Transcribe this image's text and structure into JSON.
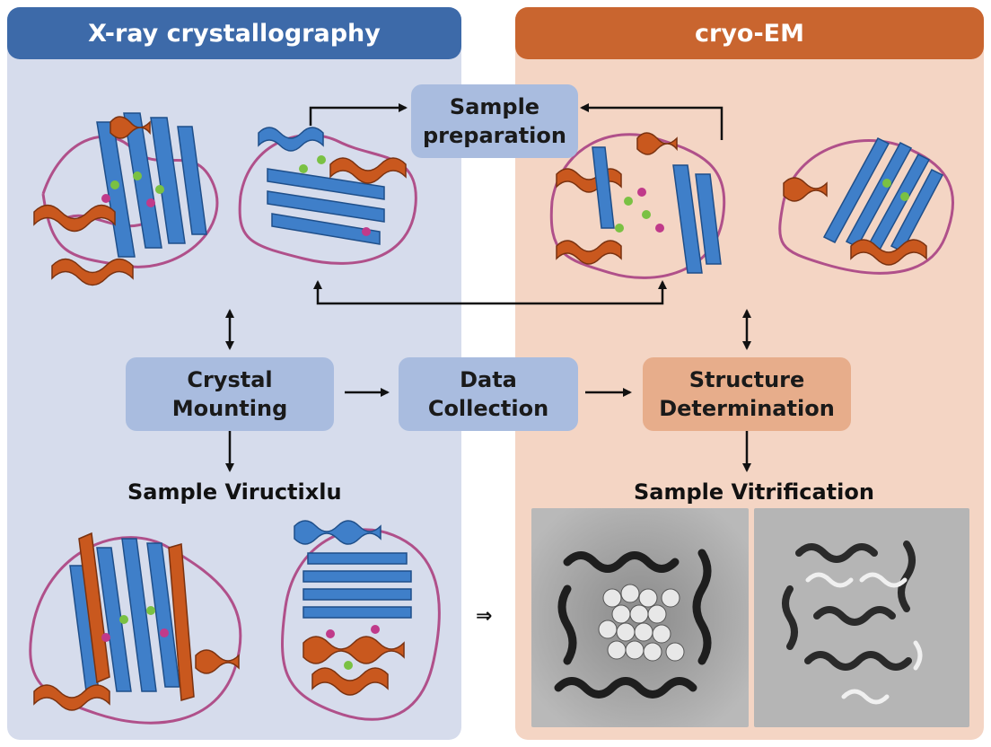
{
  "panels": {
    "left_title": "X-ray crystallography",
    "right_title": "cryo-EM"
  },
  "steps": {
    "sample_preparation": "Sample\npreparation",
    "crystal_mounting": "Crystal\nMounting",
    "data_collection": "Data\nCollection",
    "structure_determination": "Structure\nDetermination"
  },
  "labels": {
    "left_bottom": "Sample Viructixlu",
    "right_bottom": "Sample Vitrification",
    "double_arrow": "⇒"
  },
  "colors": {
    "left_panel_bg": "#d6dcec",
    "right_panel_bg": "#f4d5c4",
    "left_header": "#3d6aa9",
    "right_header": "#c9652f",
    "helix_orange": "#c9581e",
    "sheet_blue": "#3f7fc9",
    "loop_magenta": "#b0508a"
  },
  "icons": [
    "protein-ribbon-icon",
    "cryo-em-micrograph-icon",
    "arrow-icon"
  ]
}
